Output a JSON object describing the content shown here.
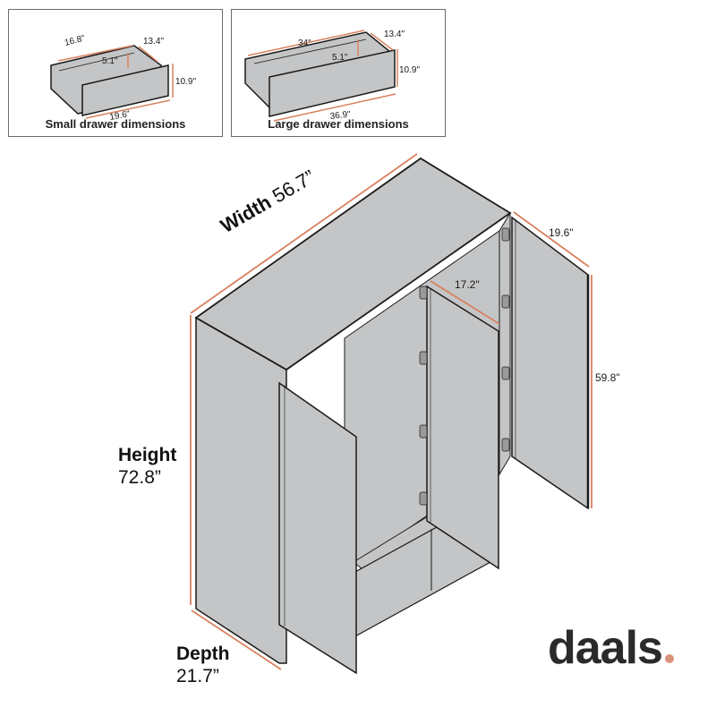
{
  "colors": {
    "dimension_line": "#d9805e",
    "cabinet_fill": "#c4c5c6",
    "outline": "#1a1a1a",
    "logo_text": "#2a2a2a",
    "logo_dot": "#d9937a"
  },
  "insets": [
    {
      "caption": "Small drawer dimensions",
      "dims": {
        "top_length": "16.8\"",
        "depth": "13.4\"",
        "inner_height": "5.1\"",
        "height": "10.9\"",
        "front_width": "19.6\""
      }
    },
    {
      "caption": "Large drawer dimensions",
      "dims": {
        "top_length": "34\"",
        "depth": "13.4\"",
        "inner_height": "5.1\"",
        "height": "10.9\"",
        "front_width": "36.9\""
      }
    }
  ],
  "cabinet": {
    "width": {
      "label": "Width",
      "value": "56.7”"
    },
    "height": {
      "label": "Height",
      "value": "72.8”"
    },
    "depth": {
      "label": "Depth",
      "value": "21.7”"
    },
    "large_door_width": "19.6\"",
    "small_door_width": "17.2\"",
    "door_height": "59.8\""
  },
  "brand": {
    "name": "daals",
    "dot": "."
  }
}
